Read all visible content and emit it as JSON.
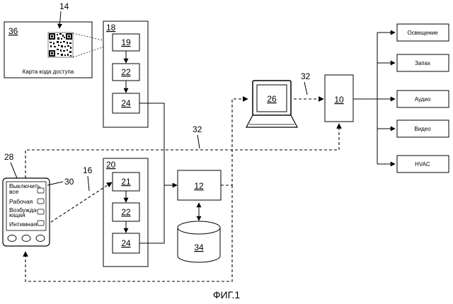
{
  "figure_caption": "ФИГ.1",
  "access_card": {
    "ref": "36",
    "caption": "Карта кода доступа",
    "qr_ref": "14"
  },
  "server_18": {
    "ref": "18",
    "blocks": [
      "19",
      "22",
      "24"
    ]
  },
  "server_20": {
    "ref": "20",
    "blocks": [
      "21",
      "22",
      "24"
    ]
  },
  "hub": {
    "ref": "12"
  },
  "database": {
    "ref": "34"
  },
  "laptop": {
    "ref": "26"
  },
  "controller": {
    "ref": "10"
  },
  "phone": {
    "ref": "28",
    "arrow_ref": "30",
    "buttons": [
      "Выключить все",
      "Рабочая",
      "Возбужда-ющая",
      "Интимная"
    ]
  },
  "links": {
    "phone_to_server": "16",
    "network_top": "32",
    "network_mid": "32"
  },
  "outputs": [
    "Освещение",
    "Запах",
    "Аудио",
    "Видео",
    "HVAC"
  ]
}
